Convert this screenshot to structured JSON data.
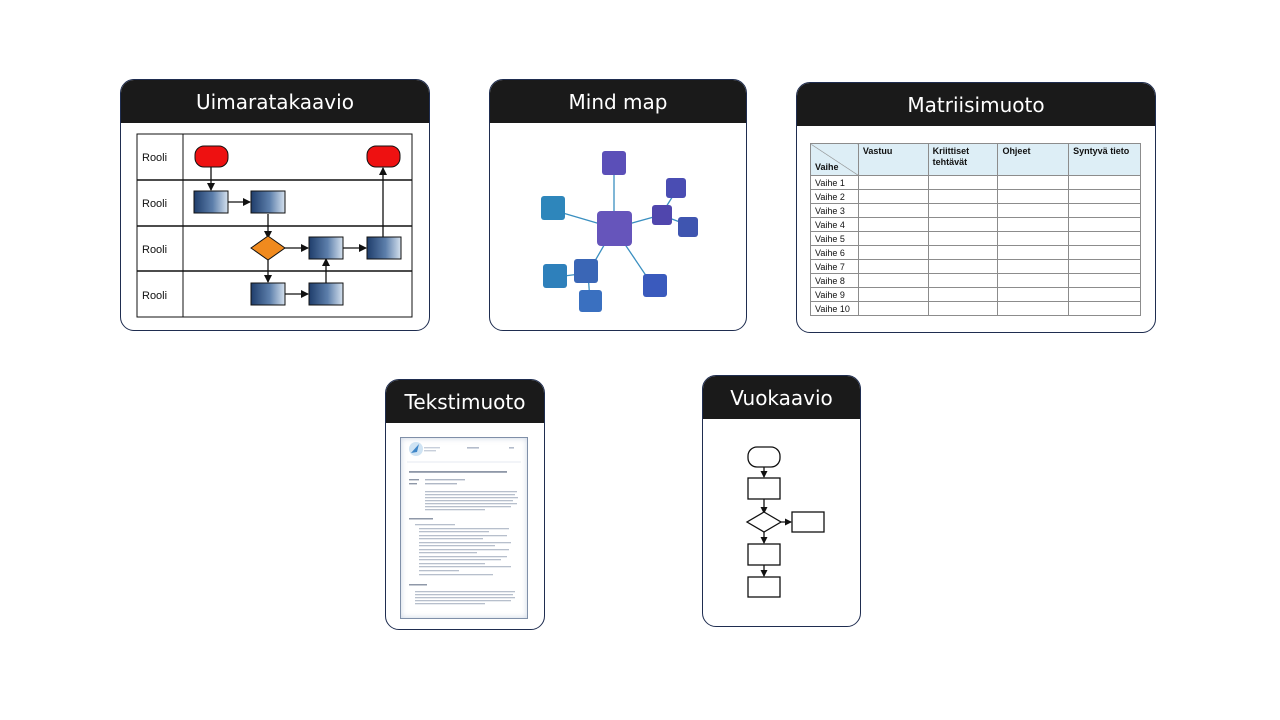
{
  "cards": {
    "swimlane": {
      "title": "Uimaratakaavio",
      "lanes": [
        "Rooli",
        "Rooli",
        "Rooli",
        "Rooli"
      ]
    },
    "mindmap": {
      "title": "Mind map"
    },
    "matrix": {
      "title": "Matriisimuoto",
      "corner_label": "Vaihe",
      "columns": [
        "Vastuu",
        "Kriittiset tehtävät",
        "Ohjeet",
        "Syntyvä tieto"
      ],
      "rows": [
        "Vaihe 1",
        "Vaihe 2",
        "Vaihe 3",
        "Vaihe 4",
        "Vaihe 5",
        "Vaihe 6",
        "Vaihe 7",
        "Vaihe 8",
        "Vaihe 9",
        "Vaihe 10"
      ]
    },
    "text": {
      "title": "Tekstimuoto"
    },
    "flow": {
      "title": "Vuokaavio"
    }
  },
  "colors": {
    "header_bg": "#1a1a1a",
    "card_border": "#1f2d50",
    "terminator_red": "#ee1111",
    "decision_orange": "#f08a1e",
    "process_blue": "#2e4e7e",
    "mind_center": "#6655bb",
    "mind_node": "#3f55b0",
    "mind_teal": "#2e86bb",
    "matrix_header": "#ddeef6"
  }
}
